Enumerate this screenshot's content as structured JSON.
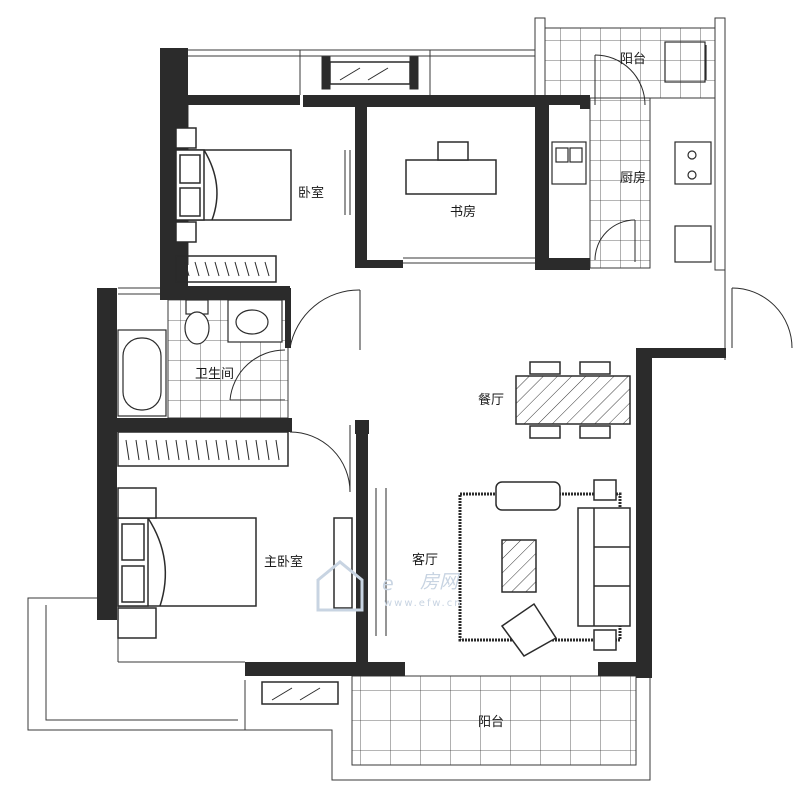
{
  "rooms": {
    "balcony_top": "阳台",
    "bedroom": "卧室",
    "study": "书房",
    "kitchen": "厨房",
    "bathroom": "卫生间",
    "dining": "餐厅",
    "master_bedroom": "主卧室",
    "living": "客厅",
    "balcony_bottom": "阳台"
  },
  "watermark": {
    "brand": "房网",
    "letter": "e",
    "url": "www.efw.cn"
  },
  "colors": {
    "wall": "#2b2b2b",
    "line": "#3a3a3a",
    "watermark": "#c8d4e2"
  }
}
